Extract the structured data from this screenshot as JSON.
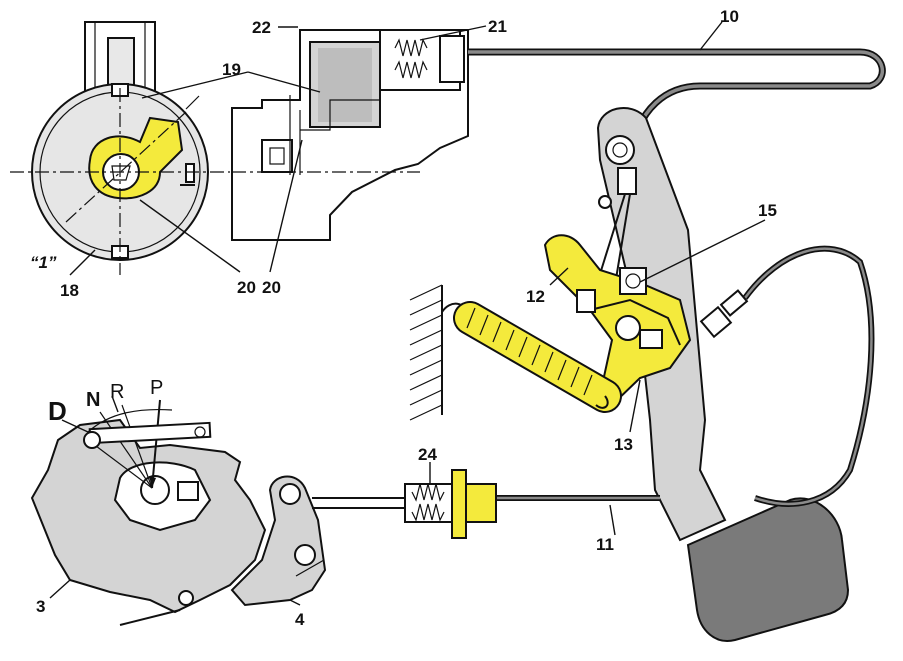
{
  "colors": {
    "highlight": "#f4ea3c",
    "housing_grey": "#d4d4d4",
    "pedal_dark": "#7a7a7a",
    "ink": "#111111"
  },
  "labels": {
    "l10": "10",
    "l11": "11",
    "l12": "12",
    "l13": "13",
    "l15": "15",
    "l18": "18",
    "l19": "19",
    "l20a": "20",
    "l20b": "20",
    "l21": "21",
    "l22": "22",
    "l24": "24",
    "l3": "3",
    "l4": "4",
    "l1": "“1”"
  },
  "gear_positions": {
    "D": "D",
    "N": "N",
    "R": "R",
    "P": "P"
  }
}
